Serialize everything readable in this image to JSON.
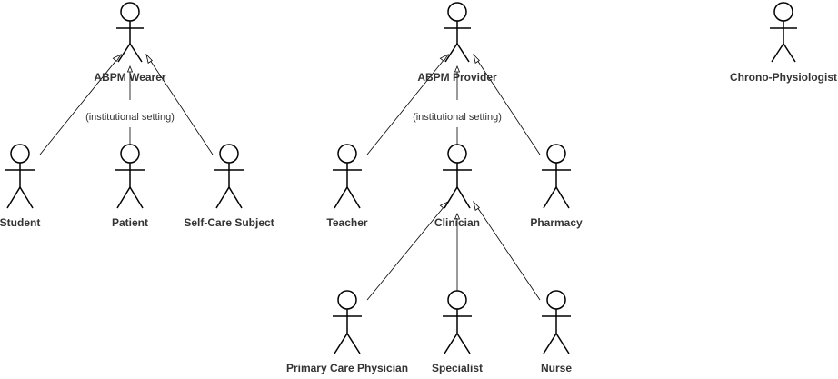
{
  "diagram": {
    "actors": {
      "abpm_wearer": "ABPM Wearer",
      "student": "Student",
      "patient": "Patient",
      "self_care_subject": "Self-Care Subject",
      "abpm_provider": "ABPM Provider",
      "teacher": "Teacher",
      "clinician": "Clinician",
      "pharmacy": "Pharmacy",
      "primary_care_physician": "Primary Care Physician",
      "specialist": "Specialist",
      "nurse": "Nurse",
      "chrono_physiologist": "Chrono-Physiologist"
    },
    "notes": {
      "wearer_setting": "(institutional setting)",
      "provider_setting": "(institutional setting)"
    },
    "colors": {
      "stroke": "#000000",
      "text": "#333333",
      "background": "#ffffff"
    }
  }
}
